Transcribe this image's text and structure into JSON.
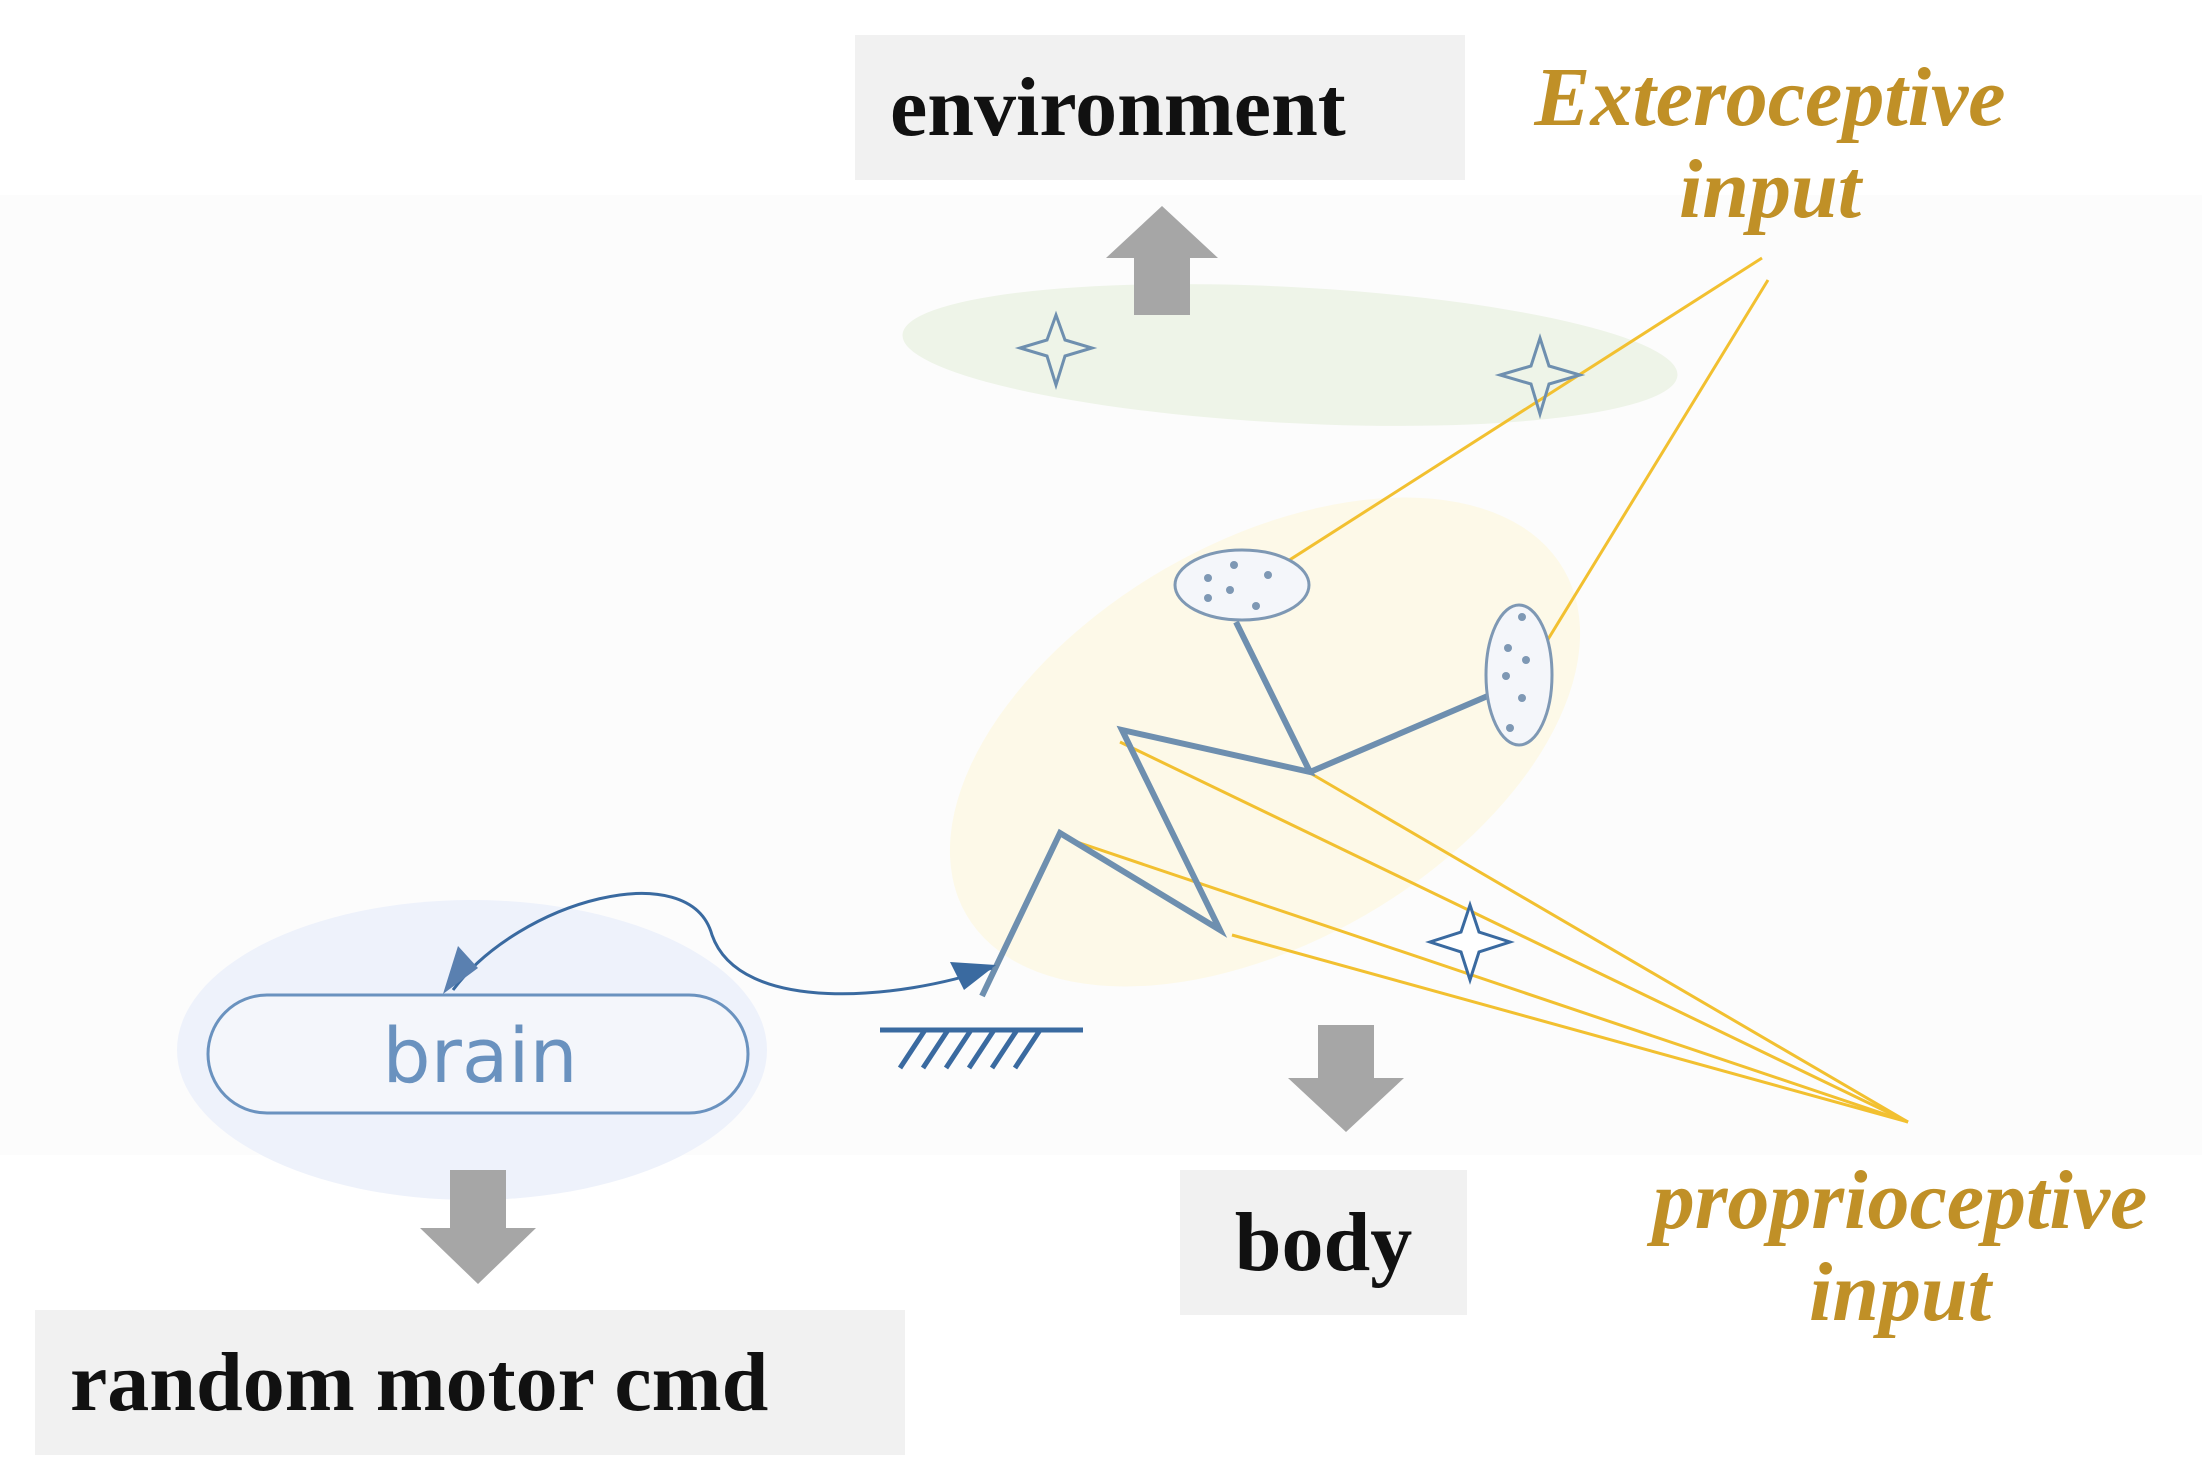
{
  "labels": {
    "environment": "environment",
    "body": "body",
    "motor": "random motor cmd",
    "brain": "brain",
    "exteroceptive": [
      "Exteroceptive",
      "input"
    ],
    "proprioceptive": [
      "proprioceptive",
      "input"
    ]
  },
  "colors": {
    "label_box_bg": "#f1f1f1",
    "annotation_gold": "#c09027",
    "annotation_line": "#f2c030",
    "body_blue": "#6e8faf",
    "dark_blue": "#3a6aa0",
    "brain_blue": "#6a92bf",
    "arrow_gray": "#a6a6a6",
    "environment_halo": "#eef4e8",
    "body_halo": "#fdf9e8",
    "brain_halo": "#eef2fb"
  },
  "icons": {
    "sensor_marker": "four-point-star-icon",
    "up_arrow": "block-arrow-up-icon",
    "down_arrow": "block-arrow-down-icon",
    "ground": "hatched-ground-icon"
  }
}
